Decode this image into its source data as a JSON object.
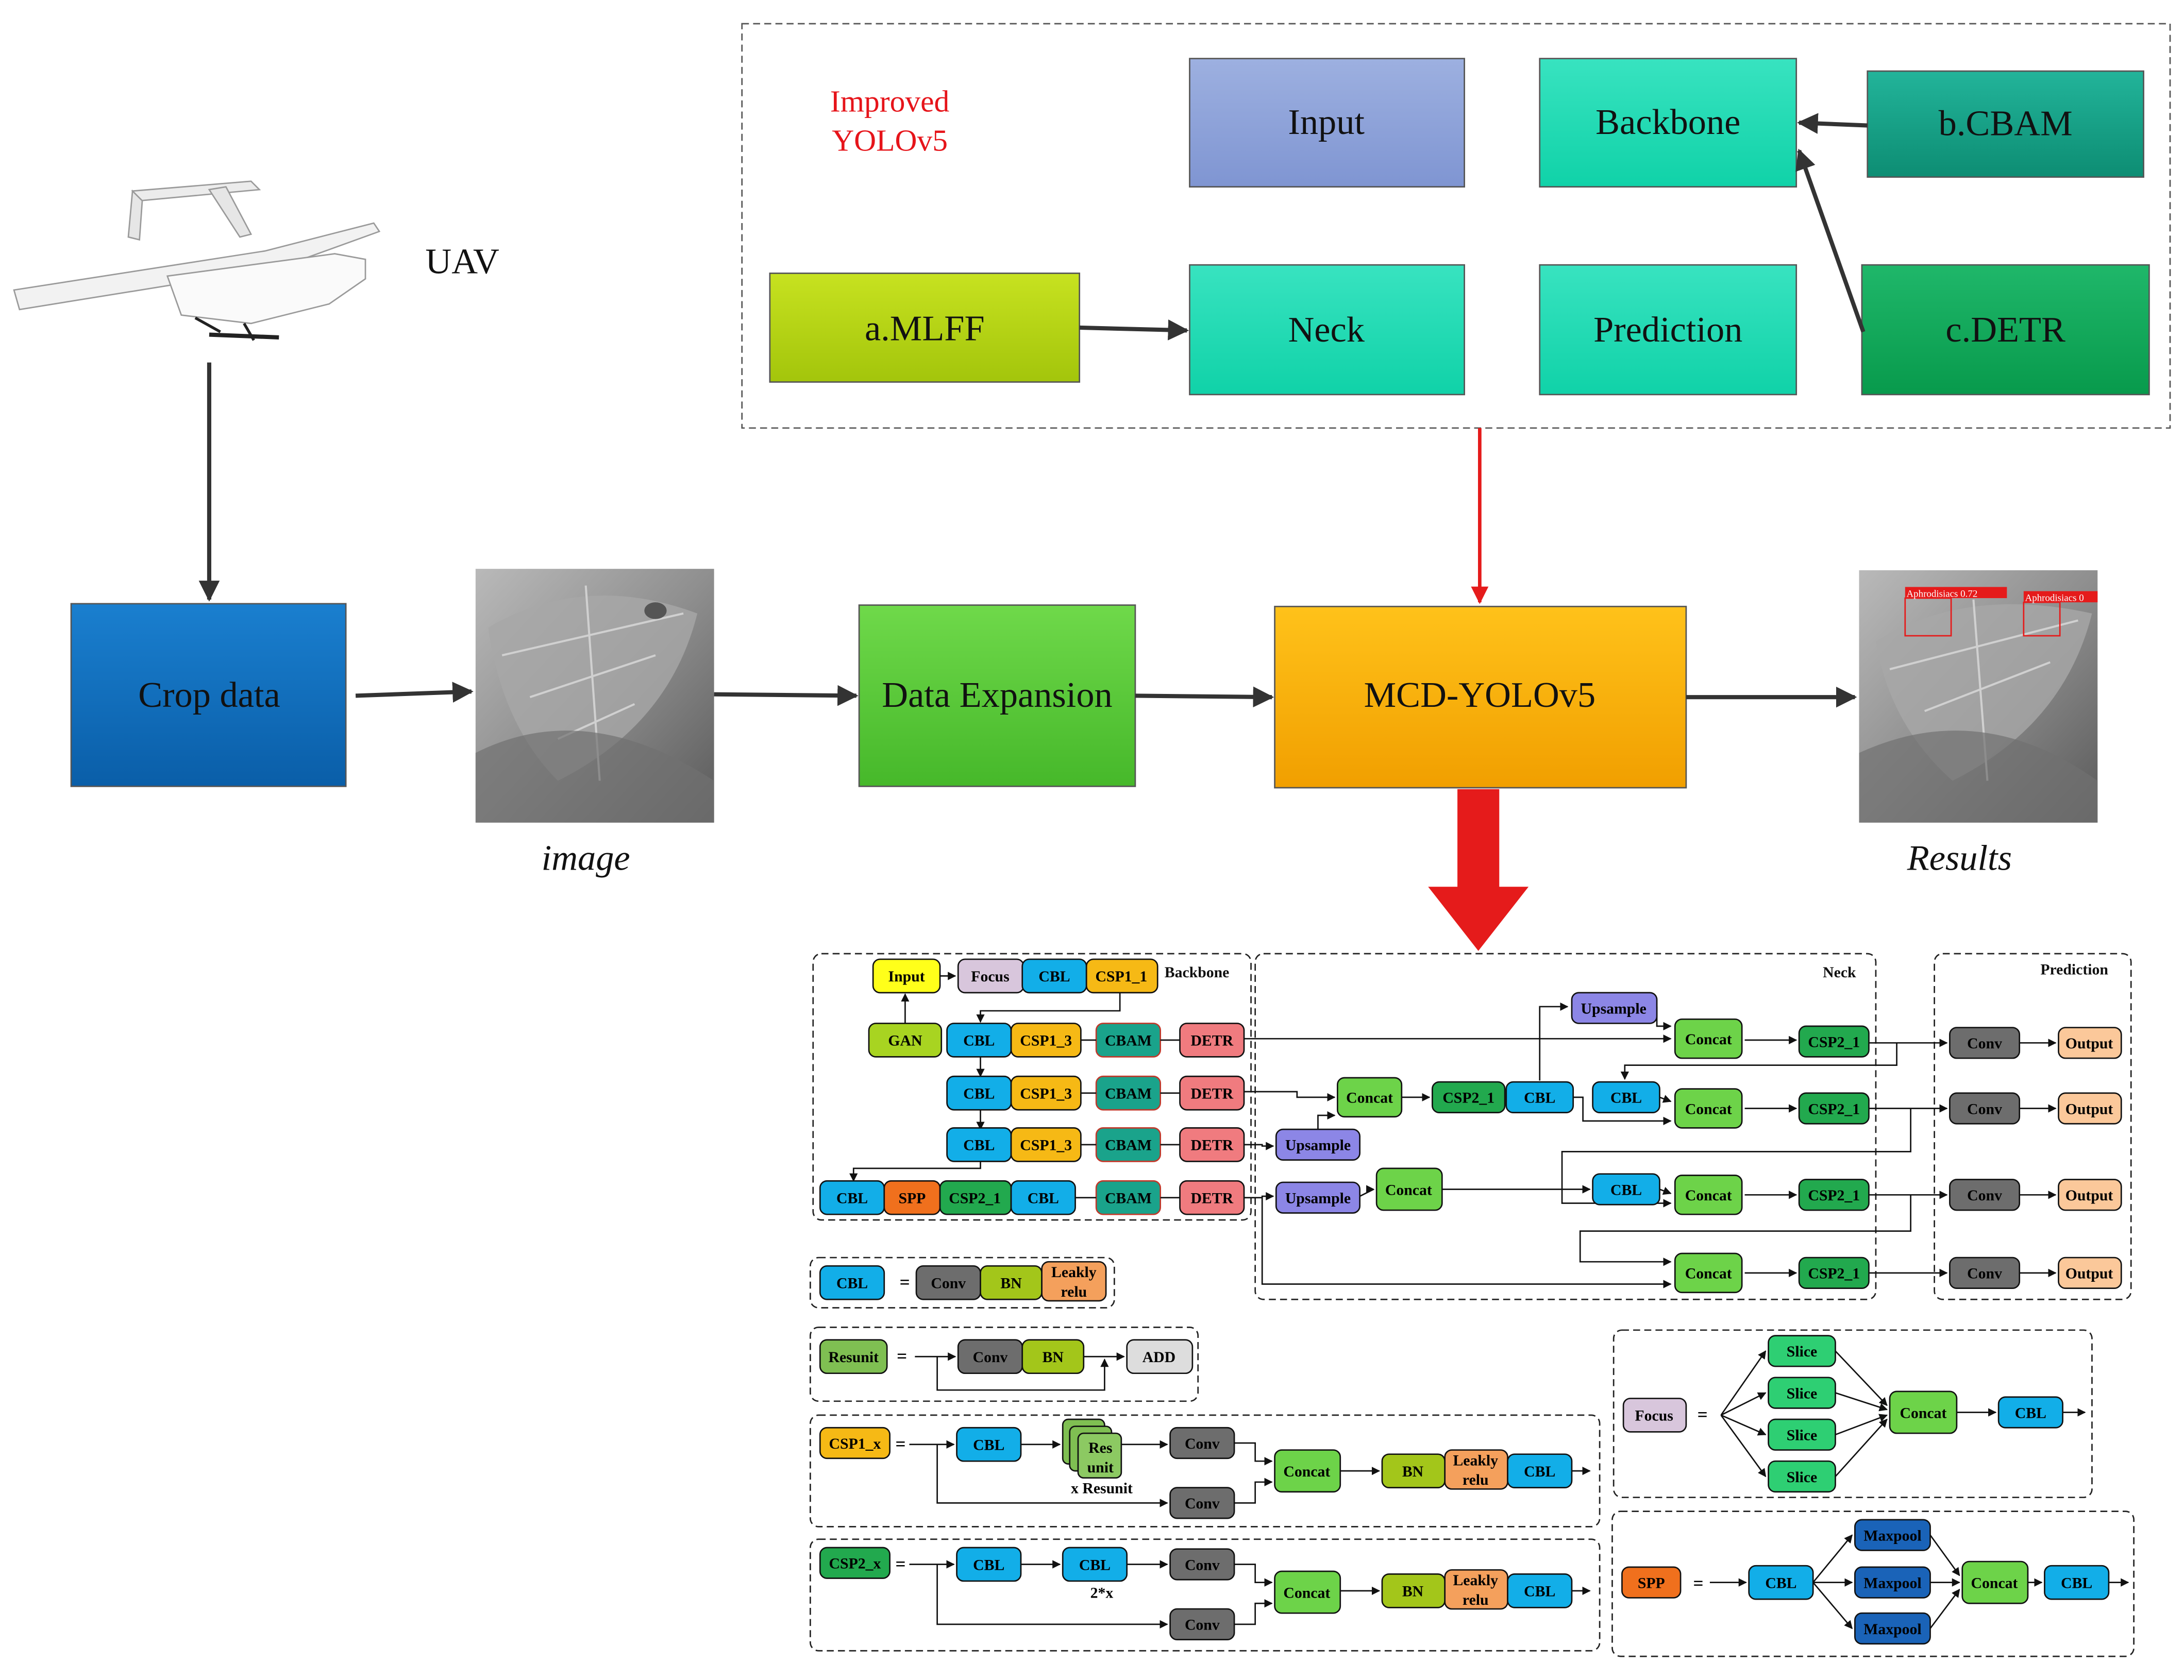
{
  "top_section": {
    "title_line1": "Improved",
    "title_line2": "YOLOv5",
    "input": "Input",
    "backbone": "Backbone",
    "cbam": "b.CBAM",
    "mlff": "a.MLFF",
    "neck": "Neck",
    "prediction": "Prediction",
    "detr": "c.DETR"
  },
  "pipeline": {
    "uav_label": "UAV",
    "crop_data": "Crop data",
    "data_expansion": "Data Expansion",
    "mcd_yolo": "MCD-YOLOv5",
    "image_caption": "image",
    "results_caption": "Results",
    "detection_labels": [
      "Aphrodisiacs 0.72",
      "Aphrodisiacs 0"
    ]
  },
  "architecture": {
    "backbone_title": "Backbone",
    "neck_title": "Neck",
    "prediction_title": "Prediction",
    "input": "Input",
    "focus": "Focus",
    "cbl": "CBL",
    "csp1_1": "CSP1_1",
    "gan": "GAN",
    "csp1_3": "CSP1_3",
    "cbam": "CBAM",
    "detr": "DETR",
    "spp": "SPP",
    "csp2_1": "CSP2_1",
    "upsample": "Upsample",
    "concat": "Concat",
    "conv": "Conv",
    "output": "Output"
  },
  "legend": {
    "equals": "=",
    "conv": "Conv",
    "bn": "BN",
    "leaky_line1": "Leakly",
    "leaky_line2": "relu",
    "resunit": "Resunit",
    "add": "ADD",
    "csp1_x": "CSP1_x",
    "cbl": "CBL",
    "res_line1": "Res",
    "res_line2": "unit",
    "x_resunit": "x Resunit",
    "concat": "Concat",
    "csp2_x": "CSP2_x",
    "two_x": "2*x",
    "focus": "Focus",
    "slice": "Slice",
    "spp": "SPP",
    "maxpool": "Maxpool"
  },
  "colors": {
    "cbl": "#12aee8",
    "conv": "#6d6d6d",
    "bn": "#a3c61a",
    "leaky": "#f4a05c",
    "csp1": "#f6b915",
    "csp2": "#22a94e",
    "cbam": "#1aa38b",
    "detr": "#f07b7f",
    "upsample": "#8c86e6",
    "concat": "#6dd349",
    "output": "#fbc89a",
    "focus": "#d8c6dc",
    "input_yellow": "#ffff1a",
    "gan": "#a8d421",
    "spp": "#f0701d",
    "resunit": "#7fbf52",
    "add": "#dddddd",
    "slice": "#2ecf73",
    "maxpool": "#1a63b8",
    "crop_data": "#0b6fbf",
    "data_expansion": "#5fcd3d",
    "mcd_yolo": "#f8b00c",
    "improved_text": "#e6141a",
    "arrow_red": "#e51b1b"
  }
}
